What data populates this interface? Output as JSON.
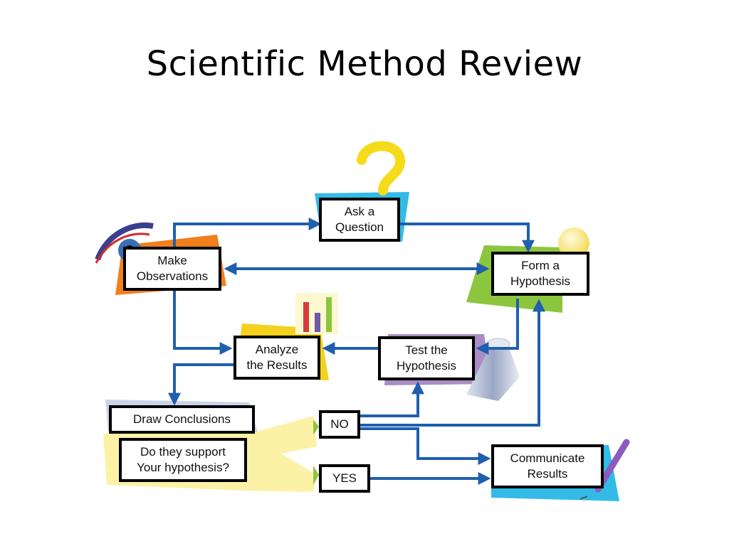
{
  "slide": {
    "title": "Scientific Method Review"
  },
  "diagram": {
    "nodes": {
      "ask_question": "Ask a\nQuestion",
      "make_observations": "Make\nObservations",
      "form_hypothesis": "Form a\nHypothesis",
      "analyze_results": "Analyze\nthe Results",
      "test_hypothesis": "Test the\nHypothesis",
      "draw_conclusions": "Draw Conclusions",
      "support_question": "Do they support\nYour hypothesis?",
      "no": "NO",
      "yes": "YES",
      "communicate_results": "Communicate\nResults"
    },
    "icons": [
      "question-mark-icon",
      "eye-icon",
      "light-bulb-icon",
      "bar-chart-icon",
      "flask-icon",
      "pencil-icon"
    ],
    "colors": {
      "arrow": "#1f5fae",
      "orange": "#f07f1c",
      "green": "#8cc63e",
      "cyan": "#33bbe8",
      "purple": "#a98dc4",
      "yellow": "#f3d11d",
      "light_yellow": "#fbf2a6"
    }
  }
}
